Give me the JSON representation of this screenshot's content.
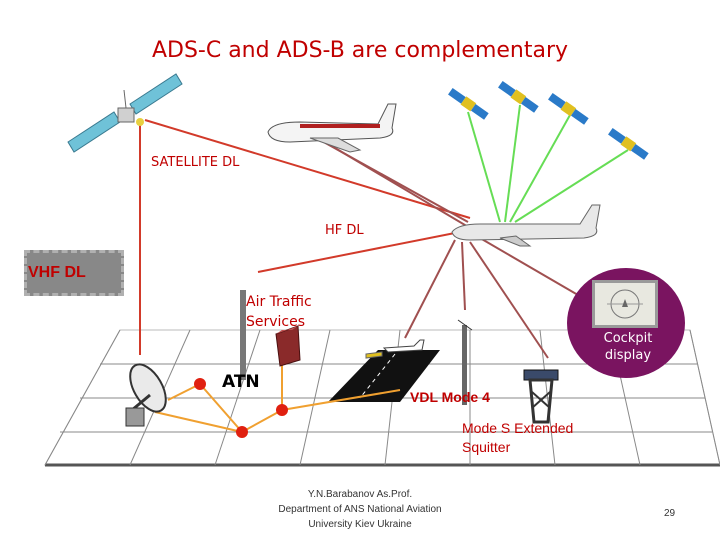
{
  "title": "ADS-C and ADS-B are complementary",
  "labels": {
    "satellite_dl": "SATELLITE DL",
    "hf_dl": "HF DL",
    "vhf_dl": "VHF DL",
    "air_traffic_services_line1": "Air Traffic",
    "air_traffic_services_line2": "Services",
    "atn": "ATN",
    "vdl_mode4": "VDL Mode 4",
    "mode_s_line1": "Mode S Extended",
    "mode_s_line2": "Squitter",
    "cockpit_line1": "Cockpit",
    "cockpit_line2": "display"
  },
  "footer": {
    "line1": "Y.N.Barabanov As.Prof.",
    "line2": "Department of ANS  National Aviation",
    "line3": "University Kiev  Ukraine"
  },
  "page_number": "29",
  "icons": [
    "geo-satellite-icon",
    "airliner-icon",
    "gnss-satellite-icon",
    "ground-dish-icon",
    "control-tower-icon",
    "radar-mast-icon",
    "cockpit-display-icon"
  ],
  "colors": {
    "title": "#c00000",
    "red_link": "#d23a2a",
    "green_link": "#66dd55",
    "brown_link": "#a05050",
    "atn_network": "#f0a030",
    "atn_nodes": "#e02010",
    "cockpit_circle": "#7a1460"
  }
}
